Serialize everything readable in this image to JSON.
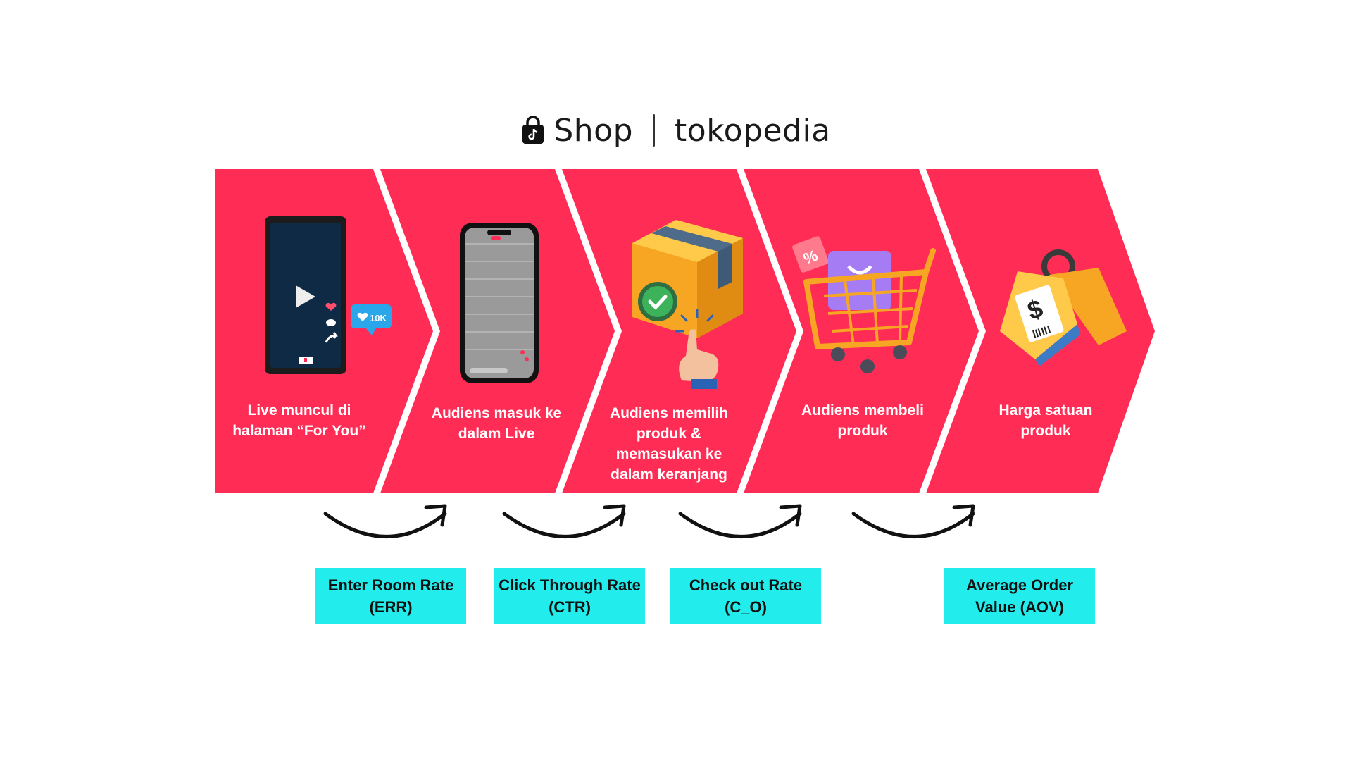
{
  "header": {
    "shop_label": "Shop",
    "tokopedia_label": "tokopedia",
    "shop_icon": "shopping-bag-icon"
  },
  "colors": {
    "chevron": "#ff2d55",
    "metric_box": "#22ecec",
    "arrow": "#111111"
  },
  "steps": [
    {
      "label": "Live muncul di halaman “For You”",
      "icon": "phone-play-icon"
    },
    {
      "label": "Audiens masuk ke dalam Live",
      "icon": "smartphone-icon"
    },
    {
      "label": "Audiens memilih produk & memasukan ke dalam keranjang",
      "icon": "box-tap-icon"
    },
    {
      "label": "Audiens membeli produk",
      "icon": "shopping-cart-icon"
    },
    {
      "label": "Harga satuan produk",
      "icon": "price-tag-icon"
    }
  ],
  "phone_badge": "10K",
  "metrics": [
    {
      "line1": "Enter Room Rate",
      "line2": "(ERR)"
    },
    {
      "line1": "Click Through Rate",
      "line2": "(CTR)"
    },
    {
      "line1": "Check out Rate",
      "line2": "(C_O)"
    },
    {
      "line1": "Average Order",
      "line2": "Value (AOV)"
    }
  ]
}
